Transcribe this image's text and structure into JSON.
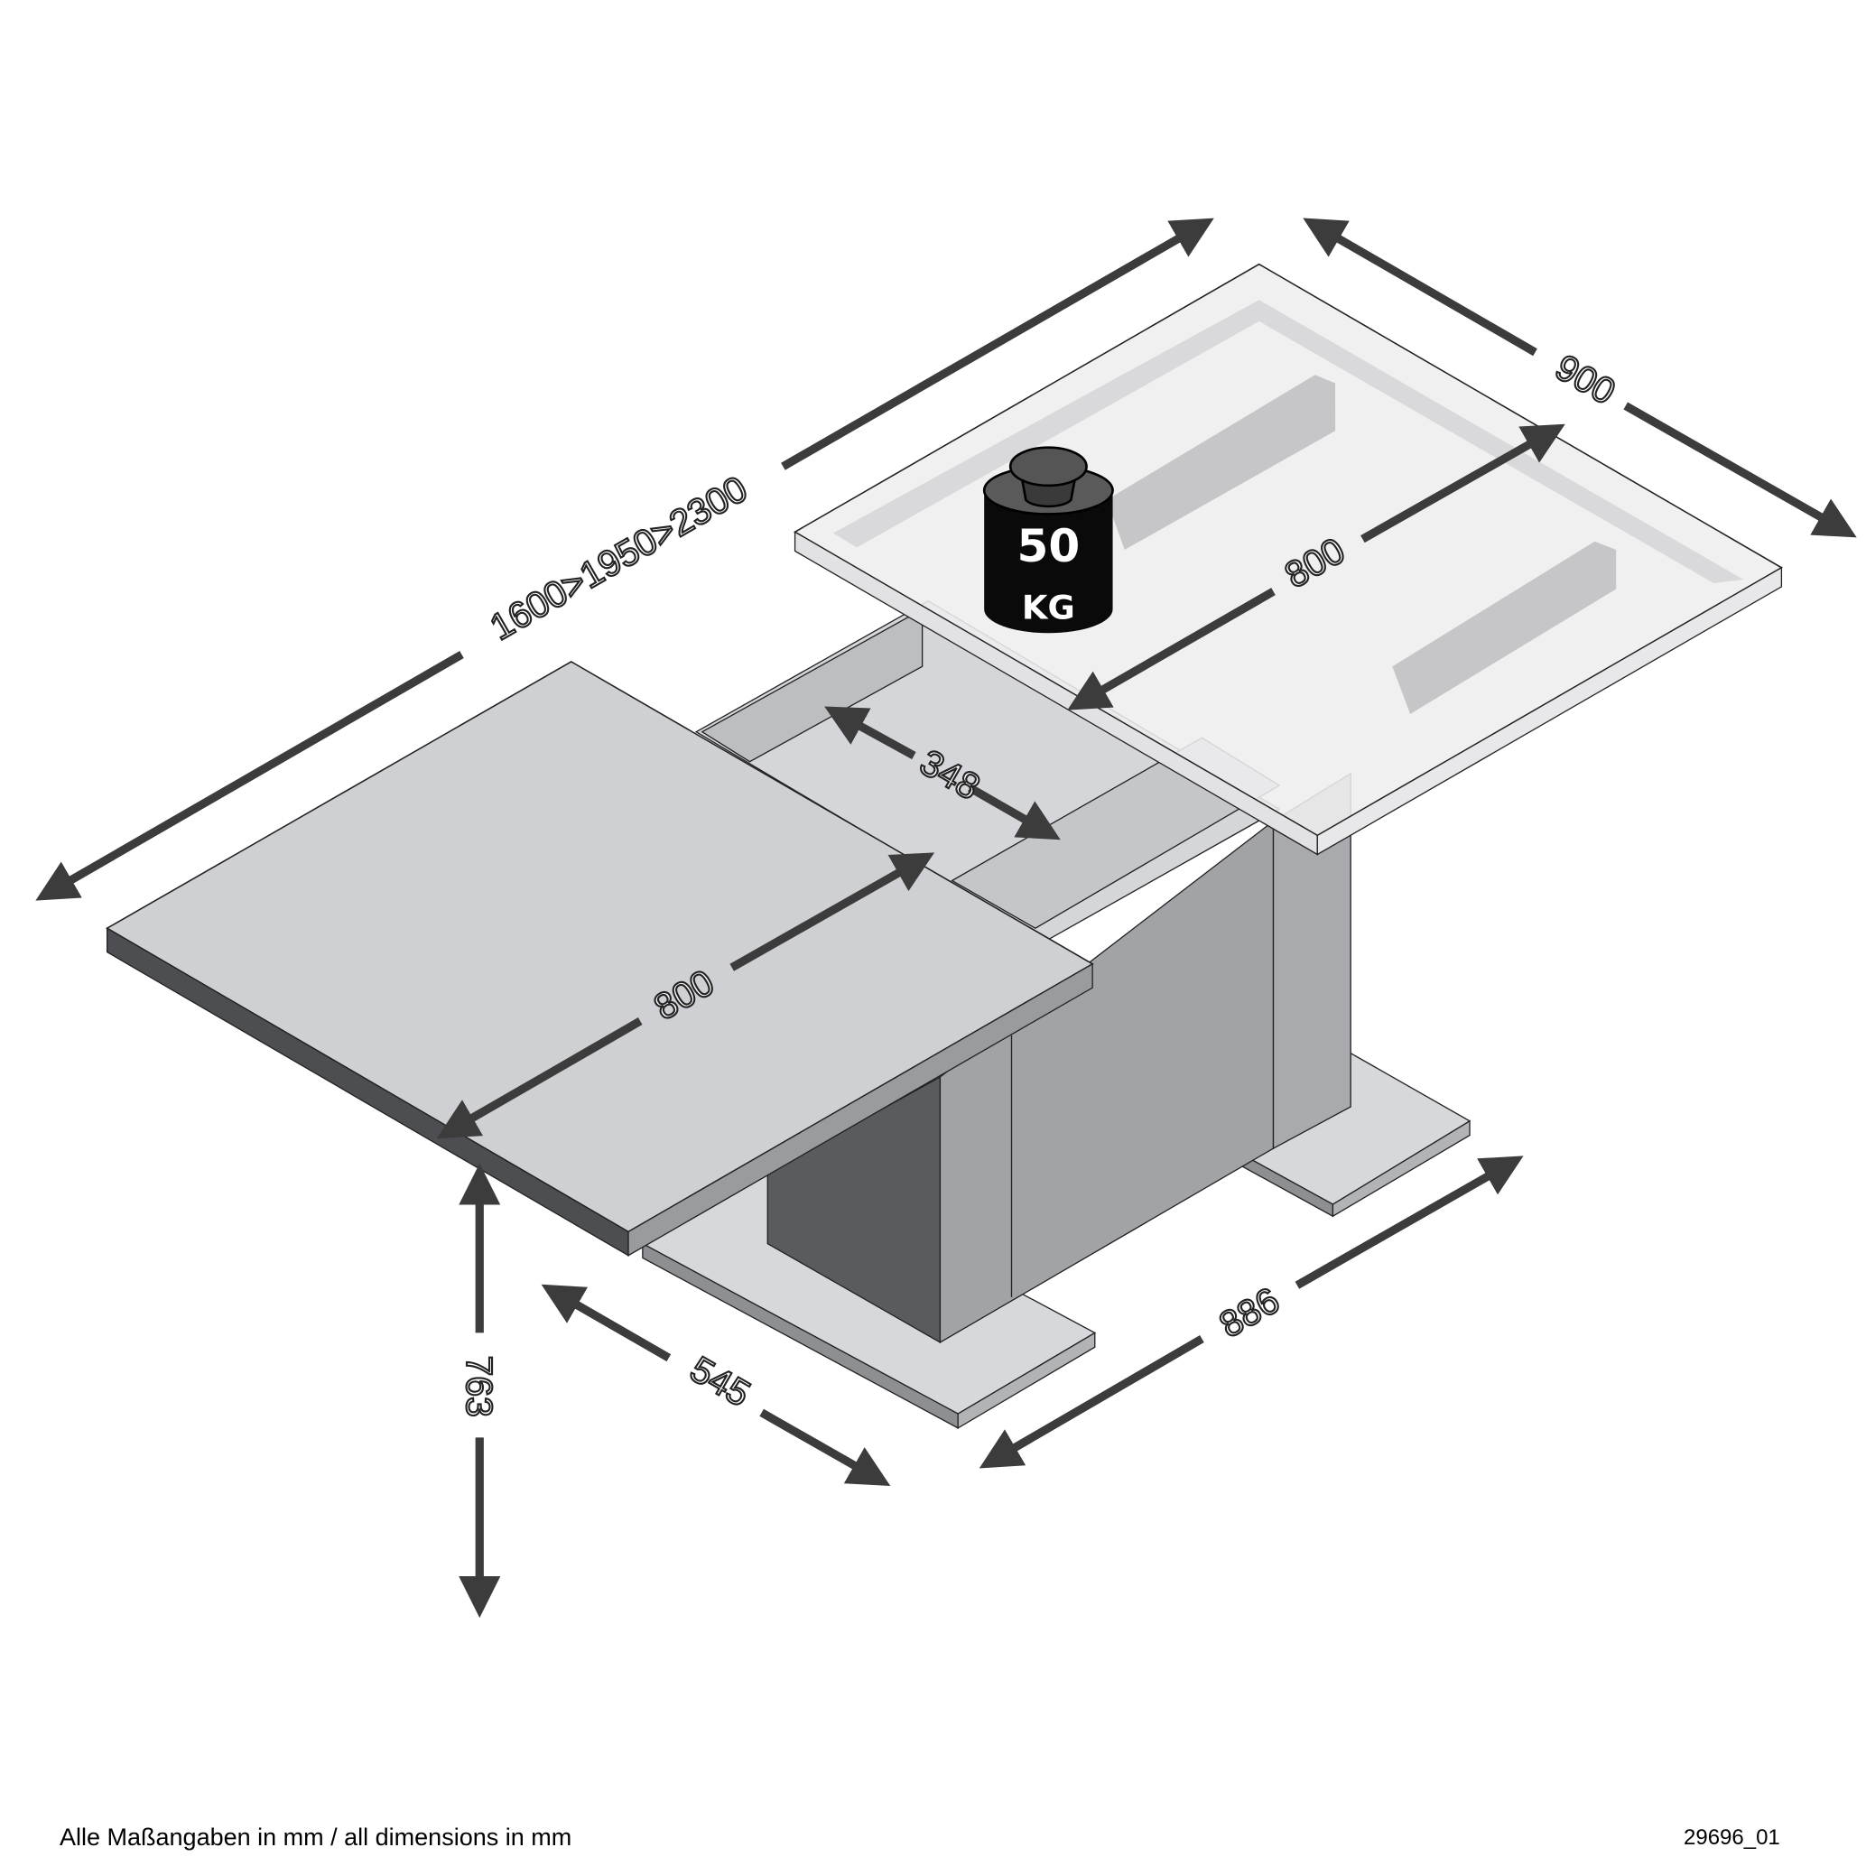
{
  "dimensions": {
    "length_extensions": "1600>1950>2300",
    "width": "900",
    "insert_right": "800",
    "insert_left": "800",
    "gap": "348",
    "height": "763",
    "base_depth": "545",
    "base_length": "886"
  },
  "weight": {
    "value": "50",
    "unit": "KG"
  },
  "footer": {
    "note": "Alle Maßangaben in mm / all dimensions in mm",
    "code": "29696_01"
  }
}
